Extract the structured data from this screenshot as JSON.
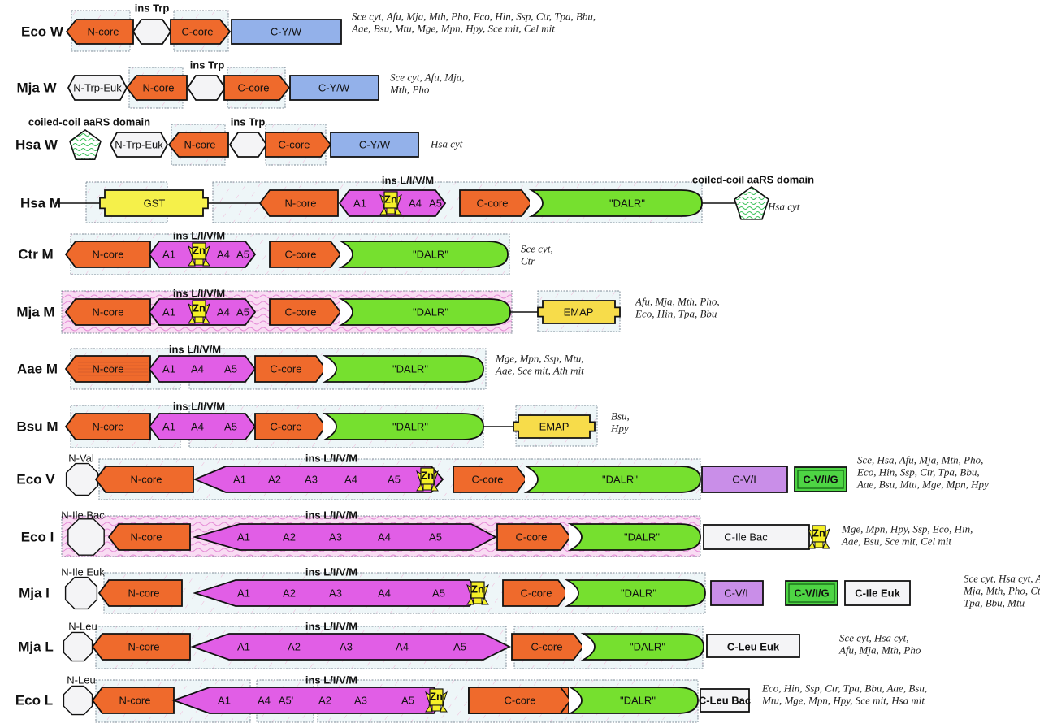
{
  "figure": {
    "title": "Domain organization of class I aminoacyl-tRNA synthetases (W, M, V, I, L)"
  },
  "colors": {
    "core": "#ef6a2c",
    "ins": "#e15ee6",
    "dalr": "#76e02f",
    "cyw": "#93b1ea",
    "cvi": "#c98ee8",
    "cvig": "#4ed544",
    "gst": "#f5f04a",
    "emap": "#f7dc4a",
    "zn": "#f5f028",
    "white": "#f4f4f6"
  },
  "rows": [
    {
      "id": "eco-w",
      "label": "Eco W",
      "insert_label": "ins Trp",
      "domains": [
        "N-core",
        "",
        "C-core",
        "C-Y/W"
      ],
      "species": [
        "Sce cyt, Afu, Mja, Mth, Pho, Eco, Hin, Ssp, Ctr, Tpa, Bbu,",
        "Aae, Bsu, Mtu, Mge, Mpn, Hpy, Sce mit, Cel mit"
      ]
    },
    {
      "id": "mja-w",
      "label": "Mja W",
      "insert_label": "ins Trp",
      "domains": [
        "N-Trp-Euk",
        "N-core",
        "",
        "C-core",
        "C-Y/W"
      ],
      "species": [
        "Sce cyt, Afu, Mja,",
        "Mth, Pho"
      ]
    },
    {
      "id": "hsa-w",
      "label": "Hsa W",
      "insert_label": "ins Trp",
      "extra_label": "coiled-coil aaRS domain",
      "domains": [
        "",
        "N-Trp-Euk",
        "N-core",
        "",
        "C-core",
        "C-Y/W"
      ],
      "species": [
        "Hsa cyt"
      ]
    },
    {
      "id": "hsa-m",
      "label": "Hsa M",
      "insert_label": "ins L/I/V/M",
      "extra_label": "coiled-coil aaRS domain",
      "domains": [
        "GST",
        "N-core",
        "A1",
        "Zn",
        "A4",
        "A5",
        "C-core",
        "\"DALR\""
      ],
      "species": [
        "Hsa cyt"
      ]
    },
    {
      "id": "ctr-m",
      "label": "Ctr M",
      "insert_label": "ins L/I/V/M",
      "domains": [
        "N-core",
        "A1",
        "Zn",
        "A4",
        "A5",
        "C-core",
        "\"DALR\""
      ],
      "species": [
        "Sce cyt,",
        "Ctr"
      ]
    },
    {
      "id": "mja-m",
      "label": "Mja M",
      "insert_label": "ins L/I/V/M",
      "domains": [
        "N-core",
        "A1",
        "Zn",
        "A4",
        "A5",
        "C-core",
        "\"DALR\"",
        "EMAP"
      ],
      "species": [
        "Afu, Mja, Mth, Pho,",
        "Eco, Hin, Tpa, Bbu"
      ]
    },
    {
      "id": "aae-m",
      "label": "Aae M",
      "insert_label": "ins L/I/V/M",
      "domains": [
        "N-core",
        "A1",
        "A4",
        "A5",
        "C-core",
        "\"DALR\""
      ],
      "species": [
        "Mge, Mpn, Ssp, Mtu,",
        "Aae, Sce mit, Ath mit"
      ]
    },
    {
      "id": "bsu-m",
      "label": "Bsu M",
      "insert_label": "ins L/I/V/M",
      "domains": [
        "N-core",
        "A1",
        "A4",
        "A5",
        "C-core",
        "\"DALR\"",
        "EMAP"
      ],
      "species": [
        "Bsu,",
        "Hpy"
      ]
    },
    {
      "id": "eco-v",
      "label": "Eco V",
      "n_label": "N-Val",
      "insert_label": "ins L/I/V/M",
      "domains": [
        "N-core",
        "A1",
        "A2",
        "A3",
        "A4",
        "A5",
        "Zn",
        "C-core",
        "\"DALR\"",
        "C-V/I",
        "C-V/I/G"
      ],
      "species": [
        "Sce, Hsa, Afu, Mja, Mth, Pho,",
        "Eco, Hin, Ssp, Ctr, Tpa, Bbu,",
        "Aae, Bsu, Mtu, Mge, Mpn, Hpy"
      ]
    },
    {
      "id": "eco-i",
      "label": "Eco I",
      "n_label": "N-Ile Bac",
      "insert_label": "ins L/I/V/M",
      "domains": [
        "N-core",
        "A1",
        "A2",
        "A3",
        "A4",
        "A5",
        "C-core",
        "\"DALR\"",
        "C-Ile Bac",
        "Zn"
      ],
      "species": [
        "Mge, Mpn, Hpy, Ssp, Eco, Hin,",
        "Aae, Bsu, Sce mit, Cel mit"
      ]
    },
    {
      "id": "mja-i",
      "label": "Mja I",
      "n_label": "N-Ile Euk",
      "insert_label": "ins L/I/V/M",
      "domains": [
        "N-core",
        "A1",
        "A2",
        "A3",
        "A4",
        "A5",
        "Zn",
        "C-core",
        "\"DALR\"",
        "C-V/I",
        "C-V/I/G",
        "C-Ile Euk"
      ],
      "species": [
        "Sce cyt, Hsa cyt, Afu,",
        "Mja, Mth, Pho, Ctr,",
        "Tpa, Bbu, Mtu"
      ]
    },
    {
      "id": "mja-l",
      "label": "Mja L",
      "n_label": "N-Leu",
      "insert_label": "ins L/I/V/M",
      "domains": [
        "N-core",
        "A1",
        "A2",
        "A3",
        "A4",
        "A5",
        "C-core",
        "\"DALR\"",
        "C-Leu Euk"
      ],
      "species": [
        "Sce cyt, Hsa cyt,",
        "Afu, Mja, Mth, Pho"
      ]
    },
    {
      "id": "eco-l",
      "label": "Eco L",
      "n_label": "N-Leu",
      "insert_label": "ins L/I/V/M",
      "domains": [
        "N-core",
        "A1",
        "A4",
        "A5'",
        "A2",
        "A3",
        "A5",
        "Zn",
        "C-core",
        "\"DALR\"",
        "C-Leu Bac"
      ],
      "species": [
        "Eco, Hin, Ssp, Ctr, Tpa, Bbu, Aae, Bsu,",
        "Mtu, Mge, Mpn, Hpy, Sce mit, Hsa mit"
      ]
    }
  ]
}
